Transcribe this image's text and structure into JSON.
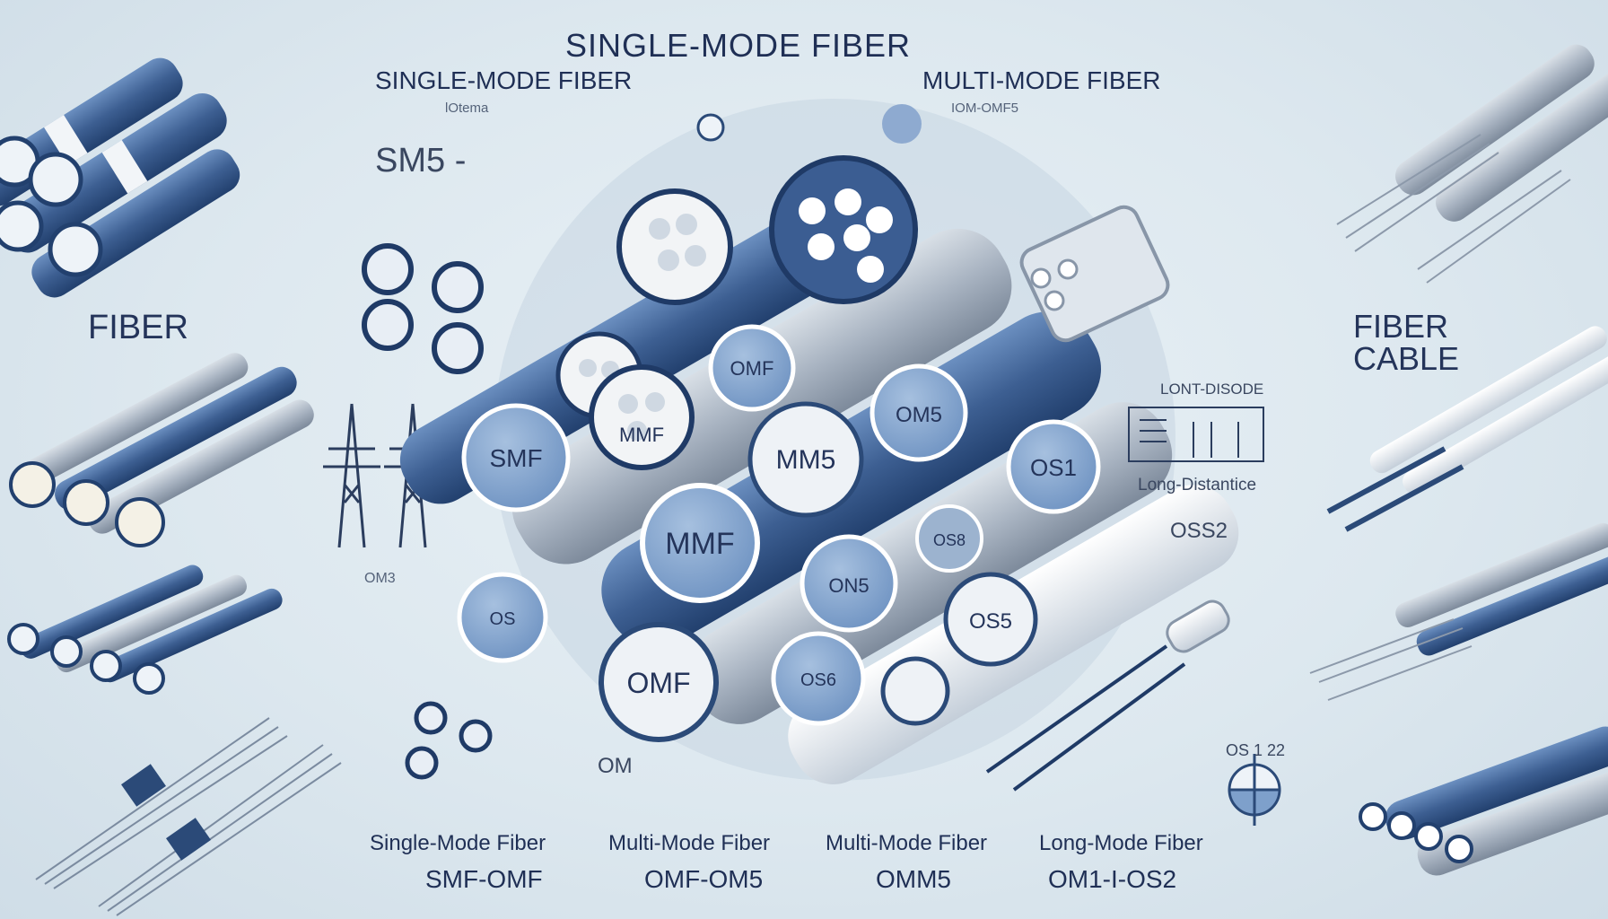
{
  "titles": {
    "main": "SINGLE-MODE FIBER",
    "single_mode": "SINGLE-MODE FIBER",
    "single_mode_sub": "lOtema",
    "multi_mode": "MULTI-MODE FIBER",
    "multi_mode_sub": "IOM-OMF5",
    "sm5": "SM5 -"
  },
  "side_labels": {
    "fiber": "FIBER",
    "fiber_cable": "FIBER\nCABLE",
    "long_diode": "LONT-DISODE",
    "long_distance": "Long-Distantice",
    "os2": "OSS2",
    "om3": "OM3",
    "om": "OM",
    "os122": "OS 1 22"
  },
  "cable_badges": {
    "smf": "SMF",
    "omf_top": "OMF",
    "mmf": "MMF",
    "mm5": "MM5",
    "om5": "OM5",
    "os1": "OS1",
    "mmf_large": "MMF",
    "on5": "ON5",
    "os5": "OS5",
    "os8": "OS8",
    "omf_bottom": "OMF",
    "os6": "OS6",
    "small": "OS"
  },
  "bottom_captions": [
    {
      "name": "Single-Mode Fiber",
      "code": "SMF-OMF"
    },
    {
      "name": "Multi-Mode Fiber",
      "code": "OMF-OM5"
    },
    {
      "name": "Multi-Mode Fiber",
      "code": "OMM5"
    },
    {
      "name": "Long-Mode Fiber",
      "code": "OM1-I-OS2"
    }
  ],
  "colors": {
    "background": "#dde8ef",
    "navy": "#2b4a78",
    "steel": "#5b7ba6",
    "badge": "#7ea0cb",
    "text": "#1f2f55"
  }
}
